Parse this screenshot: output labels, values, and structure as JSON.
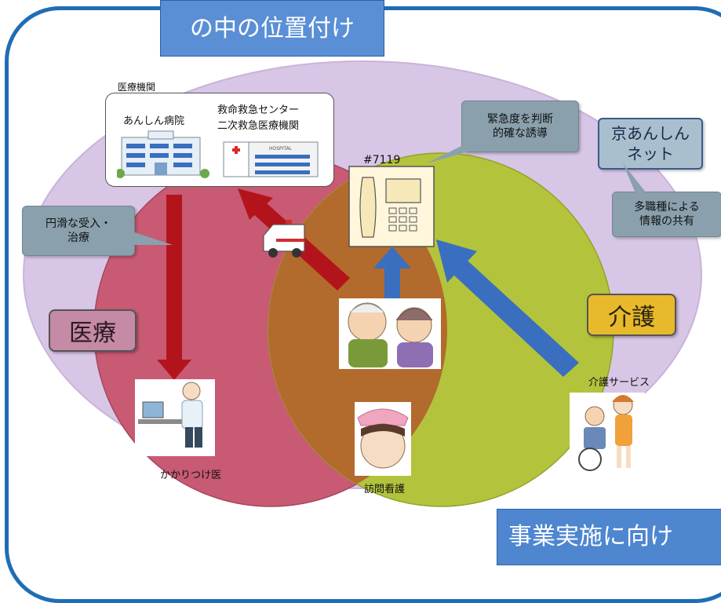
{
  "title": {
    "line1": "",
    "line2": "の中の位置付け"
  },
  "bottom_banner": "事業実施に向け",
  "hospital_group": {
    "heading": "医療機関",
    "hospital_name": "あんしん病院",
    "center_line1": "救命救急センター",
    "center_line2": "二次救急医療機関",
    "building_sign": "HOSPITAL"
  },
  "phone_label": "#7119",
  "callouts": {
    "urgency": {
      "line1": "緊急度を判断",
      "line2": "的確な誘導"
    },
    "kyo_net": {
      "line1": "京あんしん",
      "line2": "ネット"
    },
    "share": {
      "line1": "多職種による",
      "line2": "情報の共有"
    },
    "smooth": {
      "line1": "円滑な受入・",
      "line2": "治療"
    }
  },
  "area_labels": {
    "medical": "医療",
    "care": "介護"
  },
  "people_labels": {
    "family_doctor": "かかりつけ医",
    "visiting_nursing": "訪問看護",
    "care_service": "介護サービス"
  },
  "colors": {
    "frame": "#1f6db5",
    "outer_ellipse": "#d8c6e6",
    "medical_circle": "#c85a73",
    "care_circle": "#b3c43c",
    "overlap": "#b26a2d",
    "arrow_red": "#b3141c",
    "arrow_blue": "#3a6fbf"
  }
}
